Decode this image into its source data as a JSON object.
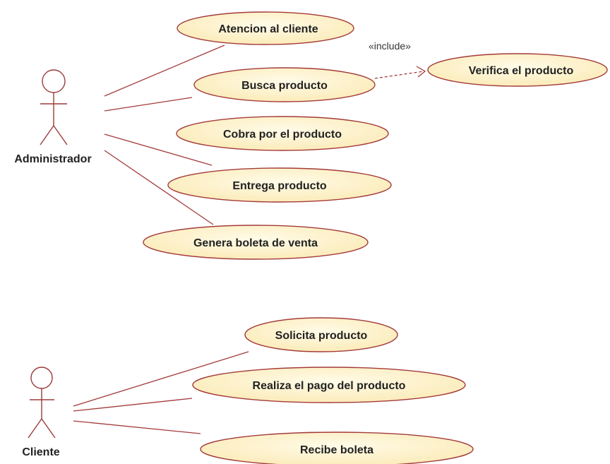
{
  "colors": {
    "usecase_fill": "#fdf2c4",
    "usecase_stroke": "#a33a3a",
    "line": "#a33a3a",
    "text": "#222222"
  },
  "actors": {
    "admin": {
      "name": "Administrador"
    },
    "client": {
      "name": "Cliente"
    }
  },
  "usecases": {
    "atencion": "Atencion al cliente",
    "busca": "Busca producto",
    "verifica": "Verifica el producto",
    "cobra": "Cobra por el producto",
    "entrega": "Entrega producto",
    "genera": "Genera boleta de venta",
    "solicita": "Solicita producto",
    "realiza": "Realiza el pago del producto",
    "recibe": "Recibe boleta"
  },
  "relations": {
    "include_label": "«include»"
  }
}
